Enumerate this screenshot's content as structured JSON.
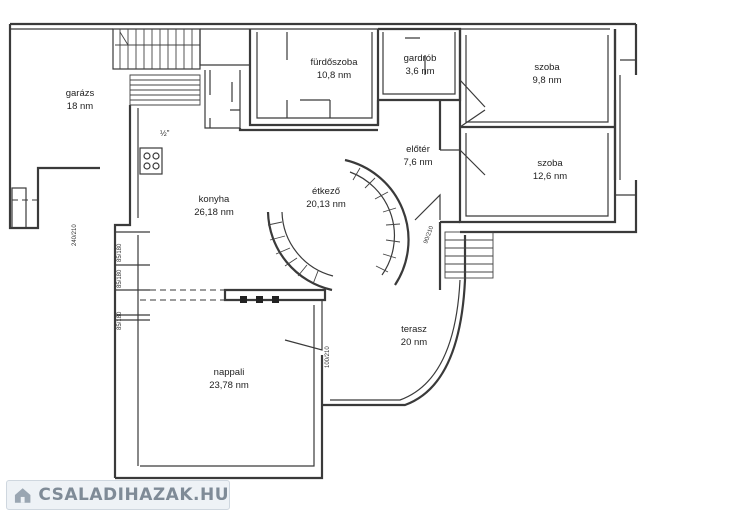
{
  "rooms": {
    "garage": {
      "name": "garázs",
      "area": "18 nm"
    },
    "bathroom": {
      "name": "fürdőszoba",
      "area": "10,8 nm"
    },
    "wardrobe": {
      "name": "gardrób",
      "area": "3,6 nm"
    },
    "room_top": {
      "name": "szoba",
      "area": "9,8 nm"
    },
    "hall": {
      "name": "előtér",
      "area": "7,6 nm"
    },
    "room_right": {
      "name": "szoba",
      "area": "12,6 nm"
    },
    "kitchen": {
      "name": "konyha",
      "area": "26,18 nm"
    },
    "dining": {
      "name": "étkező",
      "area": "20,13 nm"
    },
    "terrace": {
      "name": "terasz",
      "area": "20 nm"
    },
    "living": {
      "name": "nappali",
      "area": "23,78 nm"
    }
  },
  "annotations": {
    "vent_kitchen": "½\"",
    "window_1": "85/180",
    "window_2": "85/180",
    "window_3": "85/180",
    "door_living": "100/210",
    "door_garage": "240/210",
    "door_hall": "90/210"
  },
  "watermark": {
    "text": "CSALADIHAZAK.HU",
    "icon": "house-icon"
  }
}
